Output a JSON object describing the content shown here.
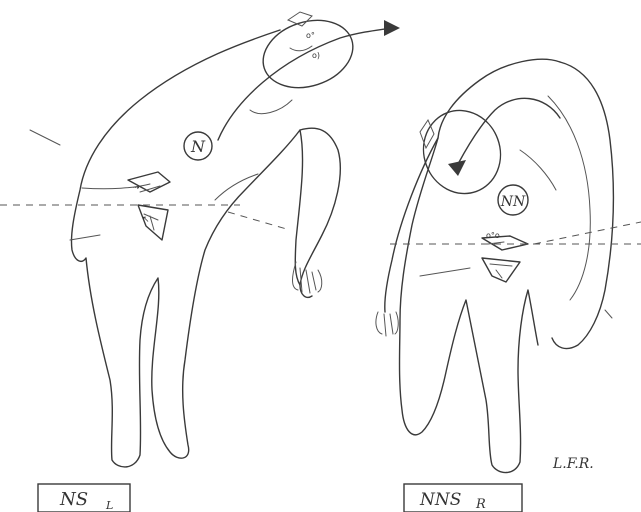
{
  "figures": [
    {
      "id": "left",
      "caption": "NS",
      "caption_sub": "L",
      "region_label": "N"
    },
    {
      "id": "right",
      "caption": "NNS",
      "caption_sub": "R",
      "region_label": "NN"
    }
  ],
  "signature": "L.F.R.",
  "colors": {
    "ink": "#3a3a3a",
    "paper": "#ffffff"
  }
}
